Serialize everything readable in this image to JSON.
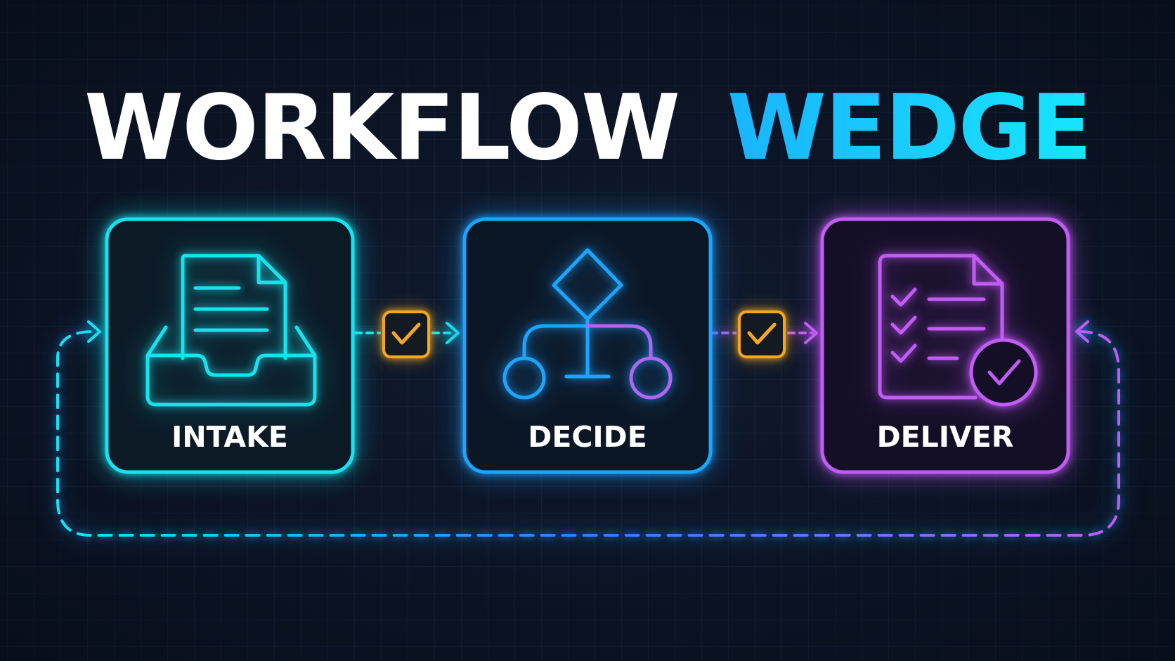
{
  "title": {
    "part1": "WORKFLOW",
    "part2": "WEDGE"
  },
  "nodes": [
    {
      "label": "INTAKE",
      "icon": "inbox-tray-document-icon"
    },
    {
      "label": "DECIDE",
      "icon": "decision-branch-icon"
    },
    {
      "label": "DELIVER",
      "icon": "checklist-approved-document-icon"
    }
  ],
  "connectors": [
    {
      "from": "INTAKE",
      "to": "DECIDE",
      "icon": "checkbox-check-icon"
    },
    {
      "from": "DECIDE",
      "to": "DELIVER",
      "icon": "checkbox-check-icon"
    },
    {
      "from": "DELIVER",
      "to": "INTAKE",
      "style": "dashed-loop"
    }
  ],
  "colors": {
    "background": "#0b1322",
    "title_white": "#ffffff",
    "title_gradient_start": "#1f5bff",
    "title_gradient_end": "#17e6ff",
    "intake": "#17e3f0",
    "decide": "#1aa6ff",
    "deliver": "#c25cf5",
    "checkbox": "#f5a623"
  }
}
